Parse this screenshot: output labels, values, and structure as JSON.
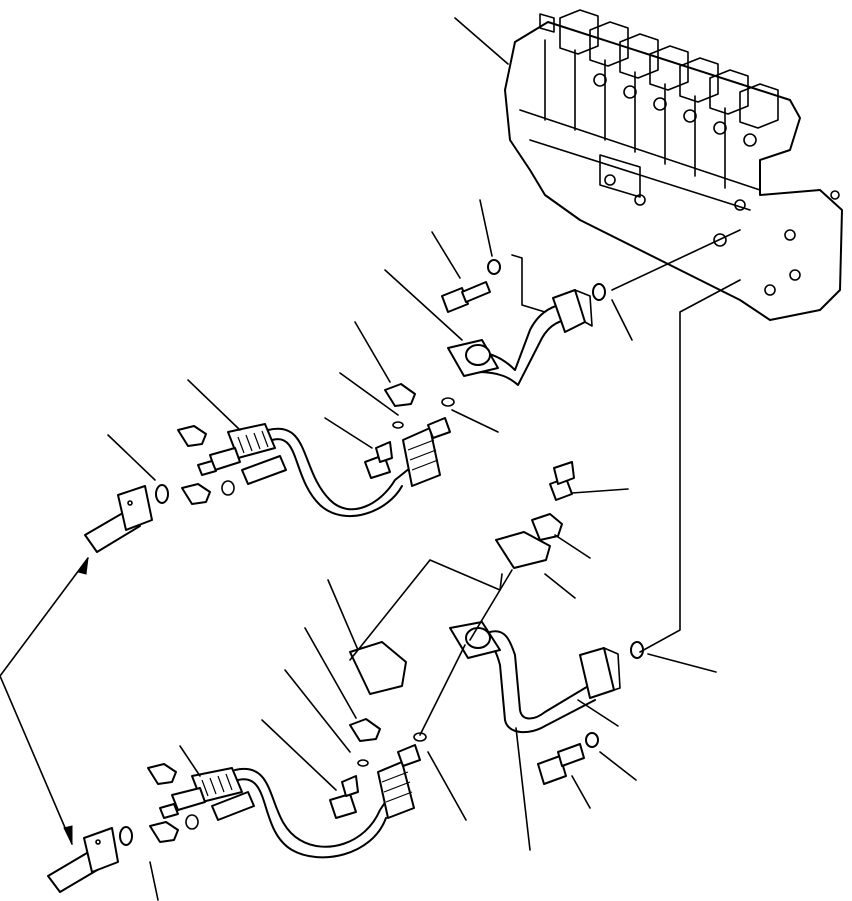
{
  "figure": {
    "kind": "exploded parts diagram",
    "line_color": "#000000",
    "background": "#ffffff",
    "text_labels": []
  },
  "parts": [
    {
      "name": "control-valve-block"
    },
    {
      "name": "upper-pipe-flange"
    },
    {
      "name": "lower-pipe-flange"
    },
    {
      "name": "upper-hose-assembly"
    },
    {
      "name": "lower-hose-assembly"
    },
    {
      "name": "upper-pipe-stub"
    },
    {
      "name": "lower-pipe-stub"
    },
    {
      "name": "split-flange-clamps"
    },
    {
      "name": "mounting-bolts"
    },
    {
      "name": "o-rings"
    },
    {
      "name": "washers"
    }
  ]
}
